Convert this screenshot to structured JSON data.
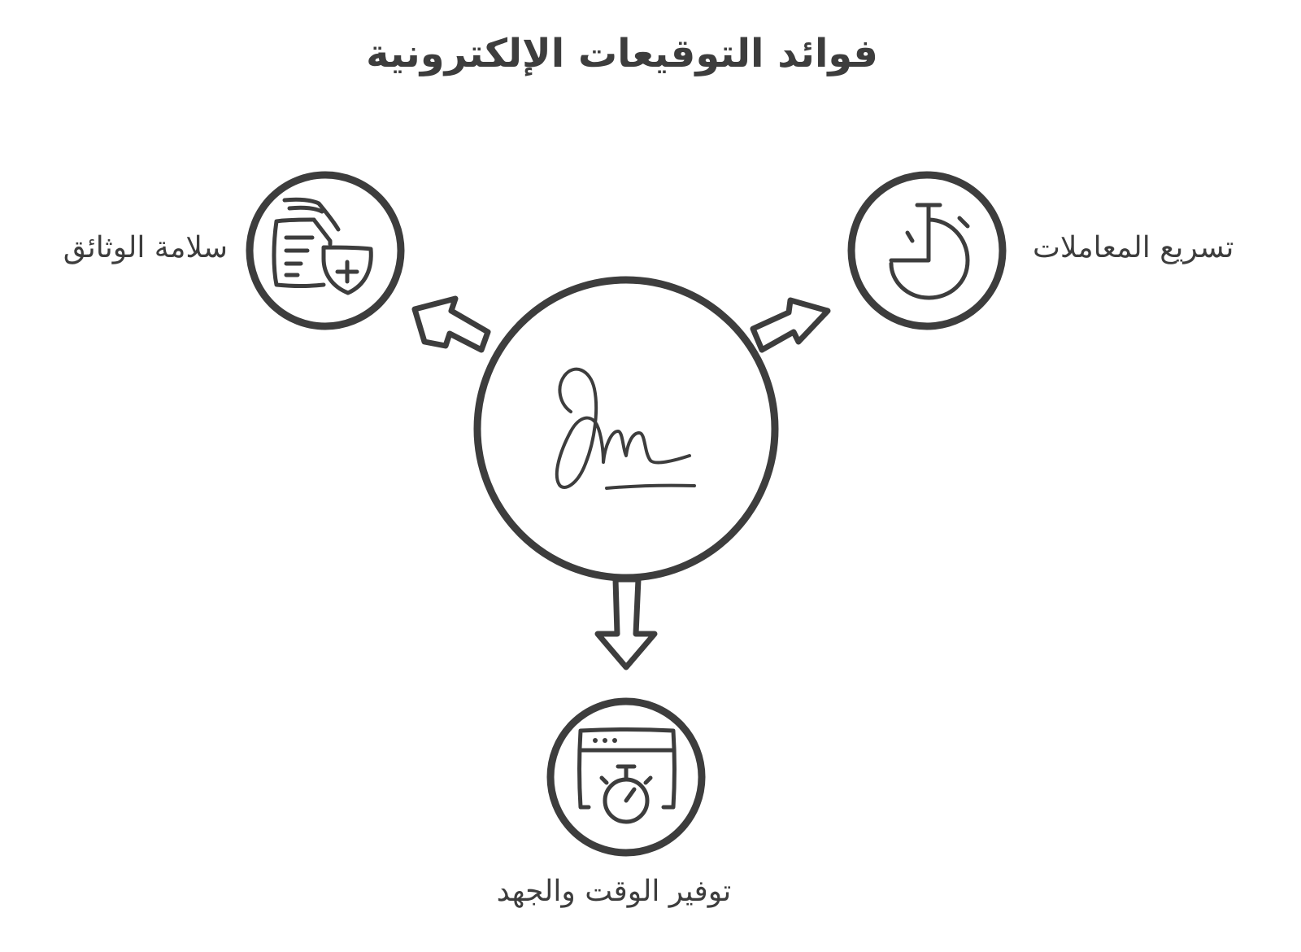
{
  "title": "فوائد التوقيعات الإلكترونية",
  "center": {
    "icon": "signature-icon"
  },
  "benefits": [
    {
      "label": "سلامة الوثائق",
      "icon": "document-shield-icon"
    },
    {
      "label": "تسريع المعاملات",
      "icon": "timer-icon"
    },
    {
      "label": "توفير الوقت والجهد",
      "icon": "browser-stopwatch-icon"
    }
  ],
  "colors": {
    "stroke": "#3d3d3d",
    "background": "#ffffff"
  }
}
